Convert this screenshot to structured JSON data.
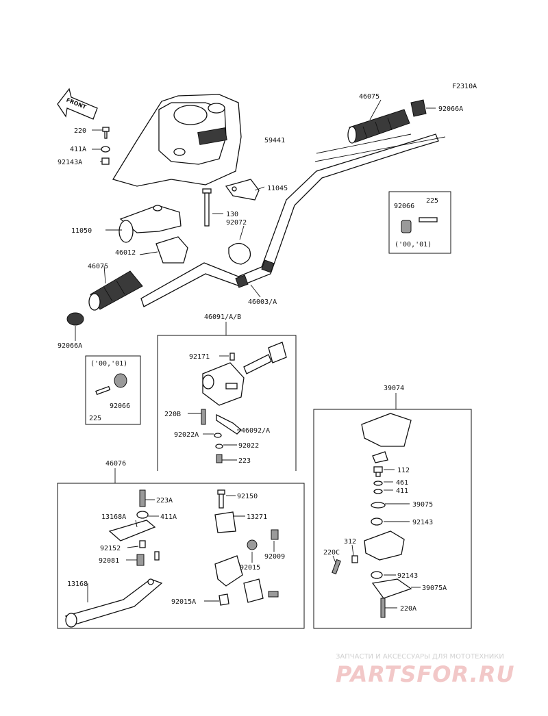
{
  "figure_code": "F2310A",
  "front_arrow_label": "FRONT",
  "labels": {
    "p220": "220",
    "p411A": "411A",
    "p92143A": "92143A",
    "p59441": "59441",
    "p46075_top": "46075",
    "p92066A_top": "92066A",
    "p11045": "11045",
    "p130": "130",
    "p92072": "92072",
    "p11050": "11050",
    "p46012": "46012",
    "p46075_left": "46075",
    "p46003A": "46003/A",
    "p92066A_left": "92066A",
    "p46091": "46091/A/B",
    "p92171": "92171",
    "p220B": "220B",
    "p92022A": "92022A",
    "p46092A": "46092/A",
    "p92022": "92022",
    "p223": "223",
    "p39074": "39074",
    "p46076": "46076",
    "p223A": "223A",
    "p92150": "92150",
    "p13168A": "13168A",
    "p411A_b": "411A",
    "p13271": "13271",
    "p92152": "92152",
    "p92009": "92009",
    "p92081": "92081",
    "p92015": "92015",
    "p13168": "13168",
    "p92015A": "92015A",
    "p112": "112",
    "p461": "461",
    "p411": "411",
    "p39075": "39075",
    "p92143_a": "92143",
    "p312": "312",
    "p220C": "220C",
    "p92143_b": "92143",
    "p39075A": "39075A",
    "p220A": "220A"
  },
  "inset_right": {
    "year": "('00,'01)",
    "p92066": "92066",
    "p225": "225"
  },
  "inset_left": {
    "year": "('00,'01)",
    "p92066": "92066",
    "p225": "225"
  },
  "watermark": {
    "tagline": "ЗАПЧАСТИ И АКСЕССУАРЫ ДЛЯ МОТОТЕХНИКИ",
    "logo": "PARTSFOR.RU"
  }
}
